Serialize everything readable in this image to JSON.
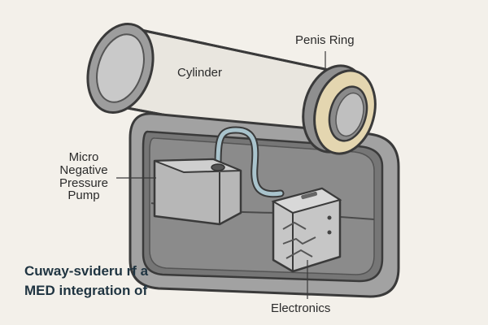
{
  "labels": {
    "cylinder": "Cylinder",
    "penis_ring": "Penis Ring",
    "pump_line1": "Micro",
    "pump_line2": "Negative",
    "pump_line3": "Pressure",
    "pump_line4": "Pump",
    "electronics": "Electronics"
  },
  "caption": {
    "line1": "Cuway-svideru rf a",
    "line2": "MED integration of"
  },
  "colors": {
    "background": "#f3f0ea",
    "outline": "#3a3a3a",
    "housing": "#9a9a9a",
    "housing_inner": "#6f6f6f",
    "cylinder_glass": "#e9e6df",
    "ring_tan": "#e4d6b0",
    "tube": "#a9c3cc",
    "caption_text": "#1f3441"
  },
  "icons": {
    "circuit": "circuit-board-icon"
  }
}
